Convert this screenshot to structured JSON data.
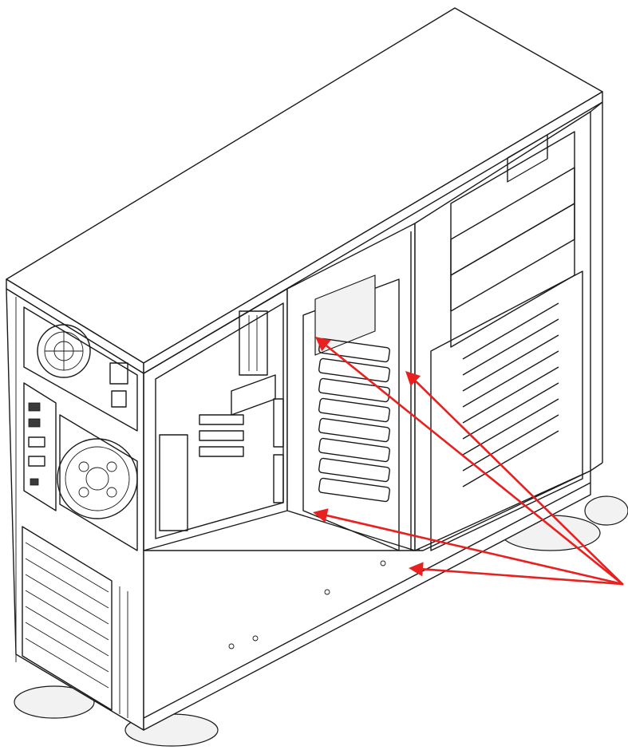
{
  "diagram": {
    "subject": "tower-server-chassis",
    "view": "isometric-open-side",
    "annotation_color": "#e8201f",
    "line_color": "#1a1a1a",
    "pointer_count": 4
  }
}
